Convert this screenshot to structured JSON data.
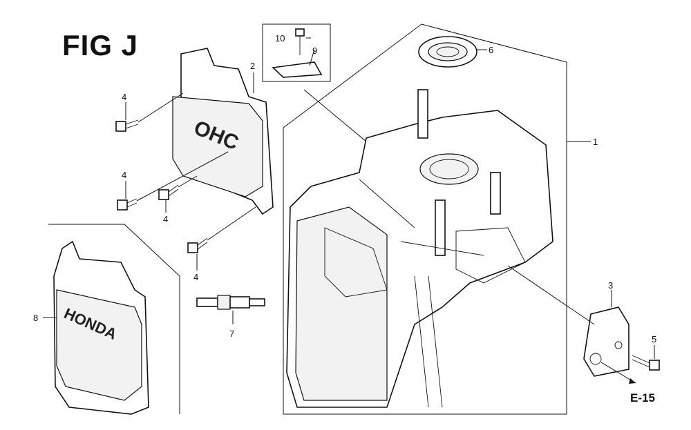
{
  "figure_title": "FIG J",
  "callouts": [
    "1",
    "2",
    "3",
    "4",
    "4",
    "4",
    "4",
    "5",
    "6",
    "7",
    "8",
    "9",
    "10"
  ],
  "emboss": {
    "cover_top": "OHC",
    "cover_bottom": "HONDA"
  },
  "reference": "E-15"
}
